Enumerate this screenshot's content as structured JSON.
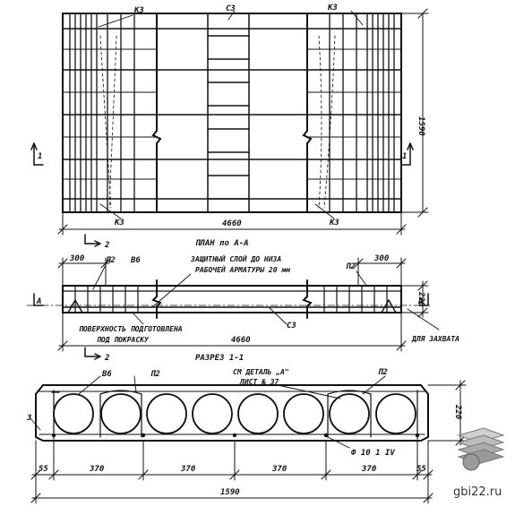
{
  "plan": {
    "labels": {
      "kz_top_left": "КЗ",
      "c3_top": "С3",
      "kz_top_right": "КЗ",
      "kz_bottom_left": "КЗ",
      "kz_bottom_right": "КЗ"
    },
    "dims": {
      "length": "4660",
      "height": "1590"
    },
    "section_marks": {
      "left": "1",
      "right": "1"
    },
    "title": "ПЛАН по А-А"
  },
  "section_aa": {
    "marks": {
      "left": "2",
      "bottom": "2",
      "a_left": "А",
      "a_right": "А"
    },
    "labels": {
      "p2_left": "П2",
      "v6": "В6",
      "p2_right": "П2",
      "c3": "С3",
      "cover_line1": "ЗАЩИТНЫЙ СЛОЙ ДО НИЗА",
      "cover_line2": "РАБОЧЕЙ АРМАТУРЫ 20 мм",
      "surface_line1": "ПОВЕРХНОСТЬ ПОДГОТОВЛЕНА",
      "surface_line2": "ПОД ПОКРАСКУ",
      "lifting": "ДЛЯ ЗАХВАТА"
    },
    "dims": {
      "left": "300",
      "right": "300",
      "height": "220",
      "length": "4660"
    },
    "title": "РАЗРЕЗ 1-1"
  },
  "cross_section": {
    "labels": {
      "v6": "В6",
      "p2_left": "П2",
      "p2_right": "П2",
      "detail_line1": "СМ ДЕТАЛЬ „А\"",
      "detail_line2": "ЛИСТ № 37",
      "mark_3": "3",
      "rebar": "Ф 10 1 IV"
    },
    "dims": {
      "edge_left": "55",
      "pitch_1": "370",
      "pitch_2": "370",
      "pitch_3": "370",
      "pitch_4": "370",
      "edge_right": "55",
      "total": "1590",
      "height": "220"
    }
  },
  "watermark": {
    "text": "gbi22.ru"
  },
  "colors": {
    "ink": "#111111",
    "paper": "#ffffff",
    "watermark": "#333333",
    "logo": "#9a9a9a"
  }
}
